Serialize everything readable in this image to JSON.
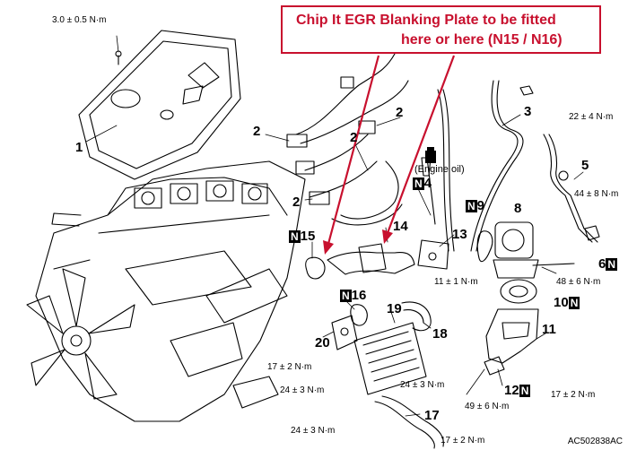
{
  "callout": {
    "line1": "Chip It EGR Blanking Plate to be fitted",
    "line2": "here or here  (N15 / N16)",
    "color": "#c8102e"
  },
  "badge_letter": "N",
  "parts": {
    "p1": "1",
    "p2a": "2",
    "p2b": "2",
    "p2c": "2",
    "p2d": "2",
    "p3": "3",
    "p4": "4",
    "p5": "5",
    "p6": "6",
    "p8": "8",
    "p9": "9",
    "p10": "10",
    "p11": "11",
    "p12": "12",
    "p13": "13",
    "p14": "14",
    "p15": "15",
    "p16": "16",
    "p17": "17",
    "p18": "18",
    "p19": "19",
    "p20": "20"
  },
  "torques": {
    "t_cover": "3.0 ± 0.5 N·m",
    "t_22": "22 ± 4 N·m",
    "t_44": "44 ± 8 N·m",
    "t_48": "48 ± 6 N·m",
    "t_11": "11 ± 1 N·m",
    "t_17a": "17 ± 2 N·m",
    "t_24a": "24 ± 3 N·m",
    "t_24b": "24 ± 3 N·m",
    "t_17b": "17 ± 2 N·m",
    "t_49": "49 ± 6 N·m",
    "t_24c": "24 ± 3 N·m",
    "t_17c": "17 ± 2 N·m"
  },
  "engine_oil": "Engine oil",
  "reference": "AC502838AC"
}
